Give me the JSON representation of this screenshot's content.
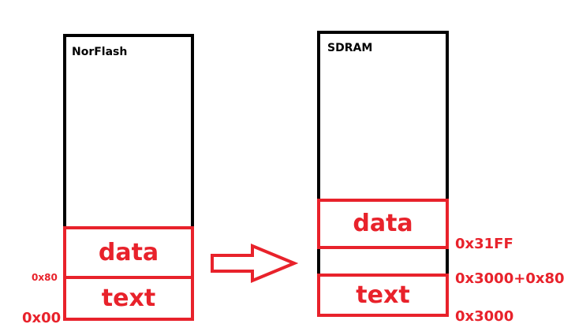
{
  "colors": {
    "outline": "#000000",
    "highlight": "#e8222b",
    "background": "#ffffff"
  },
  "norflash": {
    "title": "NorFlash",
    "segments": {
      "data": "data",
      "text": "text"
    },
    "addresses": {
      "text_top": "0x80",
      "base": "0x00"
    }
  },
  "sdram": {
    "title": "SDRAM",
    "segments": {
      "data": "data",
      "text": "text"
    },
    "addresses": {
      "data_end": "0x31FF",
      "text_top": "0x3000+0x80",
      "base": "0x3000"
    }
  },
  "arrow": {
    "icon": "hollow-right-arrow-icon"
  }
}
